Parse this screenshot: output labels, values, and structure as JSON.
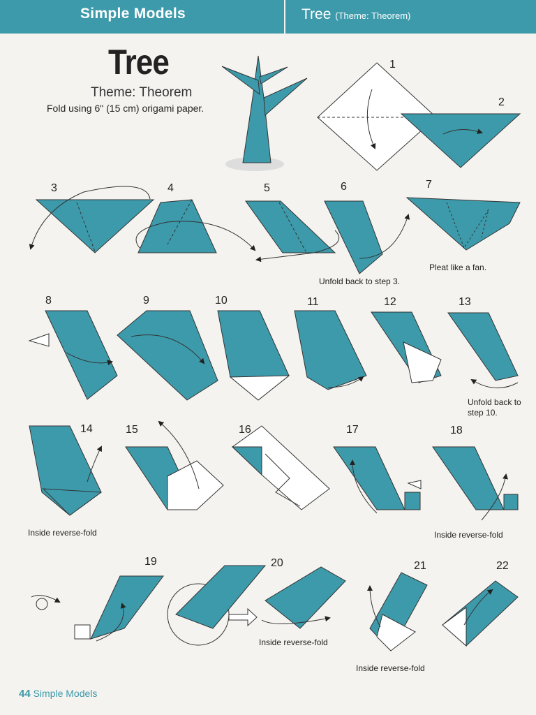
{
  "header": {
    "section": "Simple Models",
    "model": "Tree",
    "theme_note": "(Theme: Theorem)"
  },
  "title": "Tree",
  "theme": "Theme: Theorem",
  "paper_note": "Fold using 6\" (15 cm) origami paper.",
  "colors": {
    "accent": "#3d9aab",
    "paper": "#3d9aab",
    "background": "#f4f3ef"
  },
  "steps": [
    {
      "n": "1"
    },
    {
      "n": "2"
    },
    {
      "n": "3"
    },
    {
      "n": "4"
    },
    {
      "n": "5"
    },
    {
      "n": "6"
    },
    {
      "n": "7"
    },
    {
      "n": "8"
    },
    {
      "n": "9"
    },
    {
      "n": "10"
    },
    {
      "n": "11"
    },
    {
      "n": "12"
    },
    {
      "n": "13"
    },
    {
      "n": "14"
    },
    {
      "n": "15"
    },
    {
      "n": "16"
    },
    {
      "n": "17"
    },
    {
      "n": "18"
    },
    {
      "n": "19"
    },
    {
      "n": "20"
    },
    {
      "n": "21"
    },
    {
      "n": "22"
    }
  ],
  "captions": {
    "step6": "Unfold back to step 3.",
    "step7": "Pleat like a fan.",
    "step13": "Unfold back to step 10.",
    "step14": "Inside reverse-fold",
    "step18": "Inside reverse-fold",
    "step20": "Inside reverse-fold",
    "step21": "Inside reverse-fold"
  },
  "footer": {
    "page": "44",
    "label": "Simple Models"
  }
}
